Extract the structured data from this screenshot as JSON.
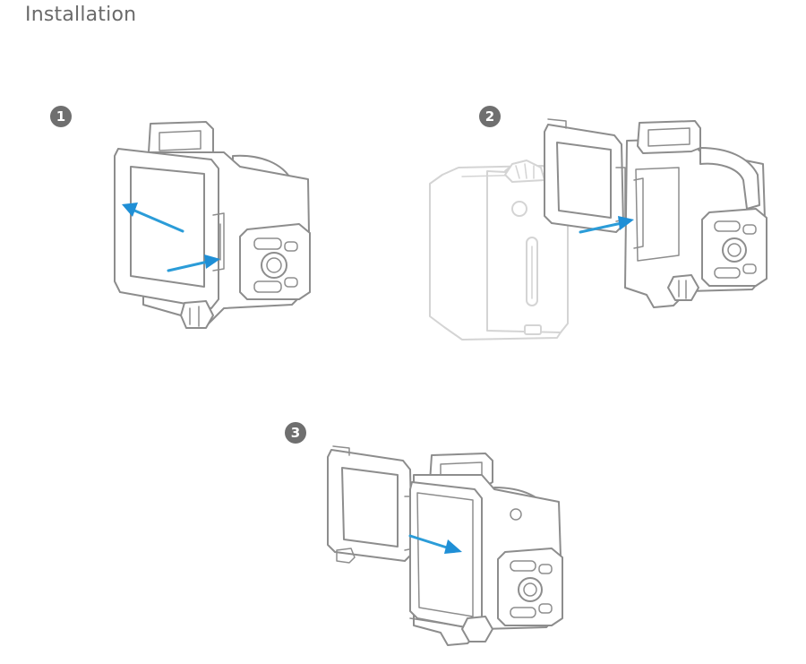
{
  "title": "Installation",
  "steps": [
    {
      "number": "1"
    },
    {
      "number": "2"
    },
    {
      "number": "3"
    }
  ],
  "colors": {
    "title_text": "#6a6a6a",
    "badge": "#6f6f6f",
    "line_art": "#8d8d8d",
    "ghost_camera": "#d4d4d4",
    "arrow": "#1f8fd6"
  }
}
